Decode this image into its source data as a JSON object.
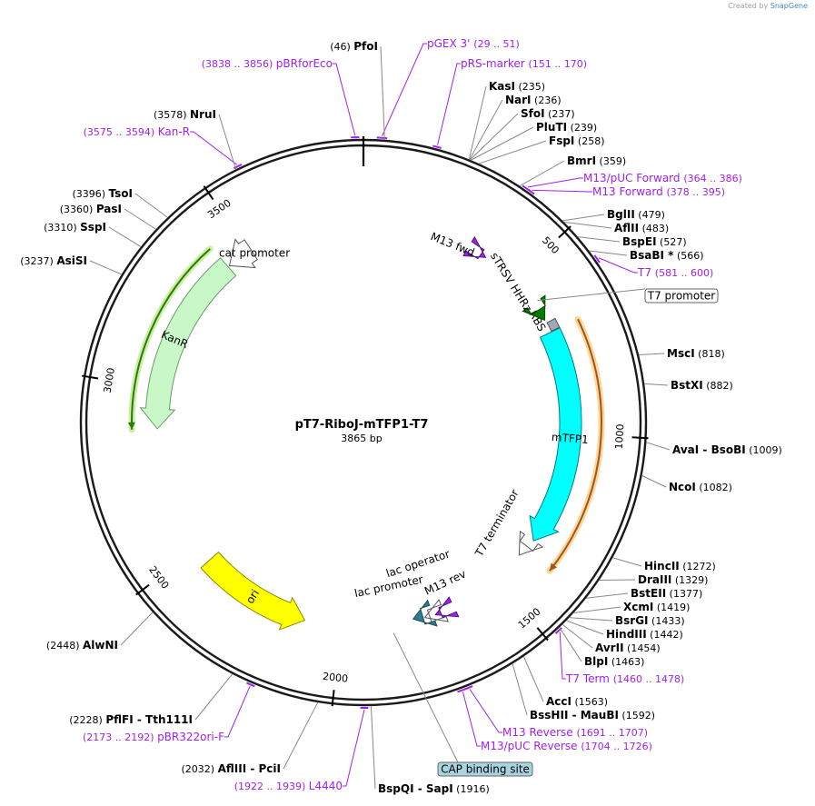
{
  "branding": {
    "prefix": "Created by",
    "name": "SnapGene"
  },
  "plasmid": {
    "name": "pT7-RiboJ-mTFP1-T7",
    "length": 3865,
    "length_label": "3865 bp"
  },
  "ticks": [
    500,
    1000,
    1500,
    2000,
    2500,
    3000,
    3500
  ],
  "enzymes": [
    {
      "name": "PfoI",
      "pos": 46
    },
    {
      "name": "KasI",
      "pos": 235
    },
    {
      "name": "NarI",
      "pos": 236
    },
    {
      "name": "SfoI",
      "pos": 237
    },
    {
      "name": "PluTI",
      "pos": 239
    },
    {
      "name": "FspI",
      "pos": 258
    },
    {
      "name": "BmrI",
      "pos": 359
    },
    {
      "name": "BglII",
      "pos": 479
    },
    {
      "name": "AflII",
      "pos": 483
    },
    {
      "name": "BspEI",
      "pos": 527
    },
    {
      "name": "BsaBI *",
      "pos": 566
    },
    {
      "name": "MscI",
      "pos": 818
    },
    {
      "name": "BstXI",
      "pos": 882
    },
    {
      "name": "AvaI - BsoBI",
      "pos": 1009
    },
    {
      "name": "NcoI",
      "pos": 1082
    },
    {
      "name": "HincII",
      "pos": 1272
    },
    {
      "name": "DraIII",
      "pos": 1329
    },
    {
      "name": "BstEII",
      "pos": 1377
    },
    {
      "name": "XcmI",
      "pos": 1419
    },
    {
      "name": "BsrGI",
      "pos": 1433
    },
    {
      "name": "HindIII",
      "pos": 1442
    },
    {
      "name": "AvrII",
      "pos": 1454
    },
    {
      "name": "BlpI",
      "pos": 1463
    },
    {
      "name": "AccI",
      "pos": 1563
    },
    {
      "name": "BssHII - MauBI",
      "pos": 1592
    },
    {
      "name": "BspQI - SapI",
      "pos": 1916
    },
    {
      "name": "AflIII - PciI",
      "pos": 2032
    },
    {
      "name": "PflFI - Tth111I",
      "pos": 2228
    },
    {
      "name": "AlwNI",
      "pos": 2448
    },
    {
      "name": "AsiSI",
      "pos": 3237
    },
    {
      "name": "SspI",
      "pos": 3310
    },
    {
      "name": "PasI",
      "pos": 3360
    },
    {
      "name": "TsoI",
      "pos": 3396
    },
    {
      "name": "NruI",
      "pos": 3578
    }
  ],
  "primers": [
    {
      "name": "pGEX 3'",
      "range": "(29 .. 51)",
      "start": 29,
      "end": 51
    },
    {
      "name": "pRS-marker",
      "range": "(151 .. 170)",
      "start": 151,
      "end": 170
    },
    {
      "name": "M13/pUC Forward",
      "range": "(364 .. 386)",
      "start": 364,
      "end": 386
    },
    {
      "name": "M13 Forward",
      "range": "(378 .. 395)",
      "start": 378,
      "end": 395
    },
    {
      "name": "T7",
      "range": "(581 .. 600)",
      "start": 581,
      "end": 600
    },
    {
      "name": "T7 Term",
      "range": "(1460 .. 1478)",
      "start": 1460,
      "end": 1478
    },
    {
      "name": "M13 Reverse",
      "range": "(1691 .. 1707)",
      "start": 1691,
      "end": 1707
    },
    {
      "name": "M13/pUC Reverse",
      "range": "(1704 .. 1726)",
      "start": 1704,
      "end": 1726
    },
    {
      "name": "L4440",
      "range": "(1922 .. 1939)",
      "start": 1922,
      "end": 1939
    },
    {
      "name": "pBR322ori-F",
      "range": "(2173 .. 2192)",
      "start": 2173,
      "end": 2192
    },
    {
      "name": "Kan-R",
      "range": "(3575 .. 3594)",
      "start": 3575,
      "end": 3594
    },
    {
      "name": "pBRforEco",
      "range": "(3838 .. 3856)",
      "start": 3838,
      "end": 3856
    }
  ],
  "boxed_features": [
    {
      "name": "T7 promoter",
      "pos": 590
    },
    {
      "name": "CAP binding site",
      "pos": 1845
    }
  ],
  "features": [
    {
      "name": "KanR",
      "start": 3425,
      "end": 2880,
      "color": "#c8f7c8",
      "stroke": "#6a9a6a"
    },
    {
      "name": "cat promoter",
      "start": 3510,
      "end": 3430,
      "color": "#ffffff",
      "stroke": "#555555"
    },
    {
      "name": "ori",
      "start": 2450,
      "end": 2110,
      "color": "#ffff00",
      "stroke": "#8a8a00"
    },
    {
      "name": "mTFP1",
      "start": 690,
      "end": 1340,
      "color": "#00ffff",
      "stroke": "#007a7a"
    },
    {
      "name": "RBS",
      "start": 660,
      "end": 688,
      "color": "#a0a8b8",
      "stroke": "#555555"
    },
    {
      "name": "T7 terminator",
      "start": 1365,
      "end": 1400,
      "color": "#ffffff",
      "stroke": "#555555"
    },
    {
      "name": "sTRSV HHRz",
      "start": 615,
      "end": 650,
      "color": "#007a00",
      "stroke": "#004a00"
    },
    {
      "name": "M13 fwd",
      "start": 375,
      "end": 392,
      "color": "#a020f0",
      "stroke": "#50107a"
    },
    {
      "name": "lac operator",
      "start": 1730,
      "end": 1745,
      "color": "#ffffff",
      "stroke": "#555555"
    },
    {
      "name": "lac promoter",
      "start": 1750,
      "end": 1780,
      "color": "#2e7d8c",
      "stroke": "#1a4a55"
    },
    {
      "name": "M13 rev",
      "start": 1695,
      "end": 1712,
      "color": "#a020f0",
      "stroke": "#50107a"
    }
  ],
  "orf_arcs": [
    {
      "start": 3420,
      "end": 2880,
      "color": "#2b7a0b",
      "glow": "#c8f0a0"
    },
    {
      "start": 690,
      "end": 1380,
      "color": "#a0522d",
      "glow": "#ffd890"
    }
  ]
}
